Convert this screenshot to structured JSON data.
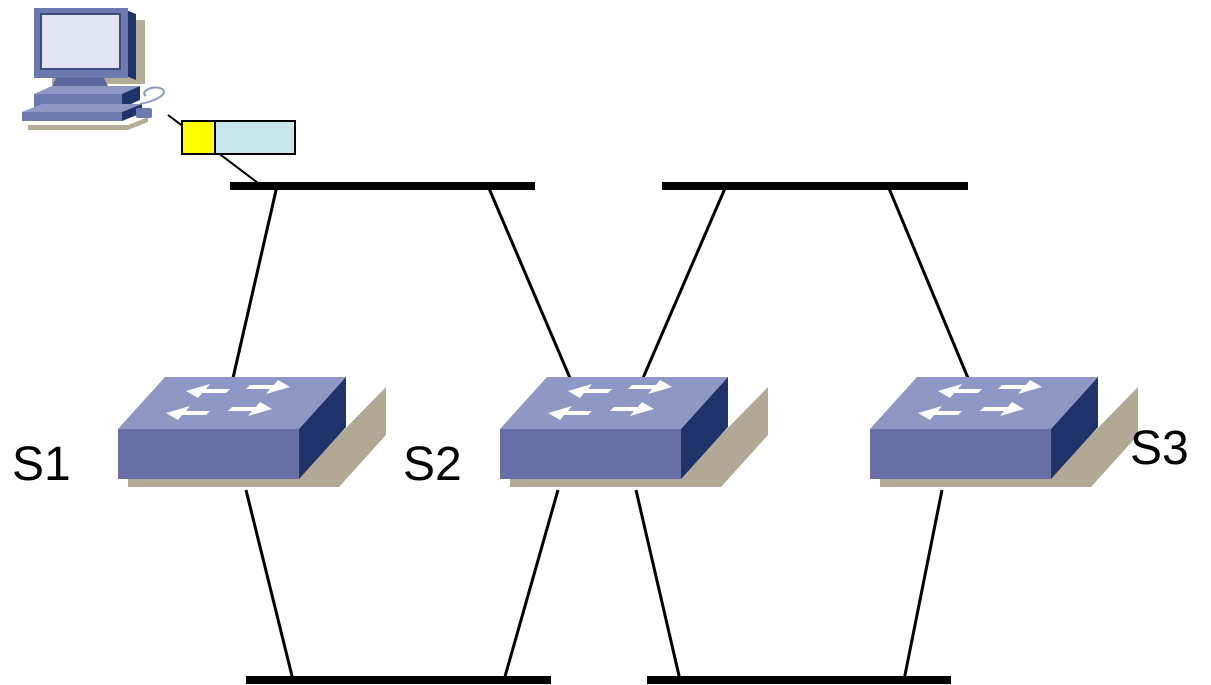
{
  "switches": [
    {
      "id": "s1",
      "label": "S1"
    },
    {
      "id": "s2",
      "label": "S2"
    },
    {
      "id": "s3",
      "label": "S3"
    }
  ],
  "colors": {
    "background": "#ffffff",
    "line": "#000000",
    "switch_top": "#8f97c4",
    "switch_front": "#6670a6",
    "switch_side": "#1f3269",
    "switch_shadow": "#a8a08a",
    "arrow": "#ffffff",
    "frame_header": "#ffff00",
    "frame_body": "#c6e6ea",
    "computer": "#6d7ab0"
  },
  "icons": [
    "computer-icon",
    "switch-icon",
    "frame-icon"
  ]
}
